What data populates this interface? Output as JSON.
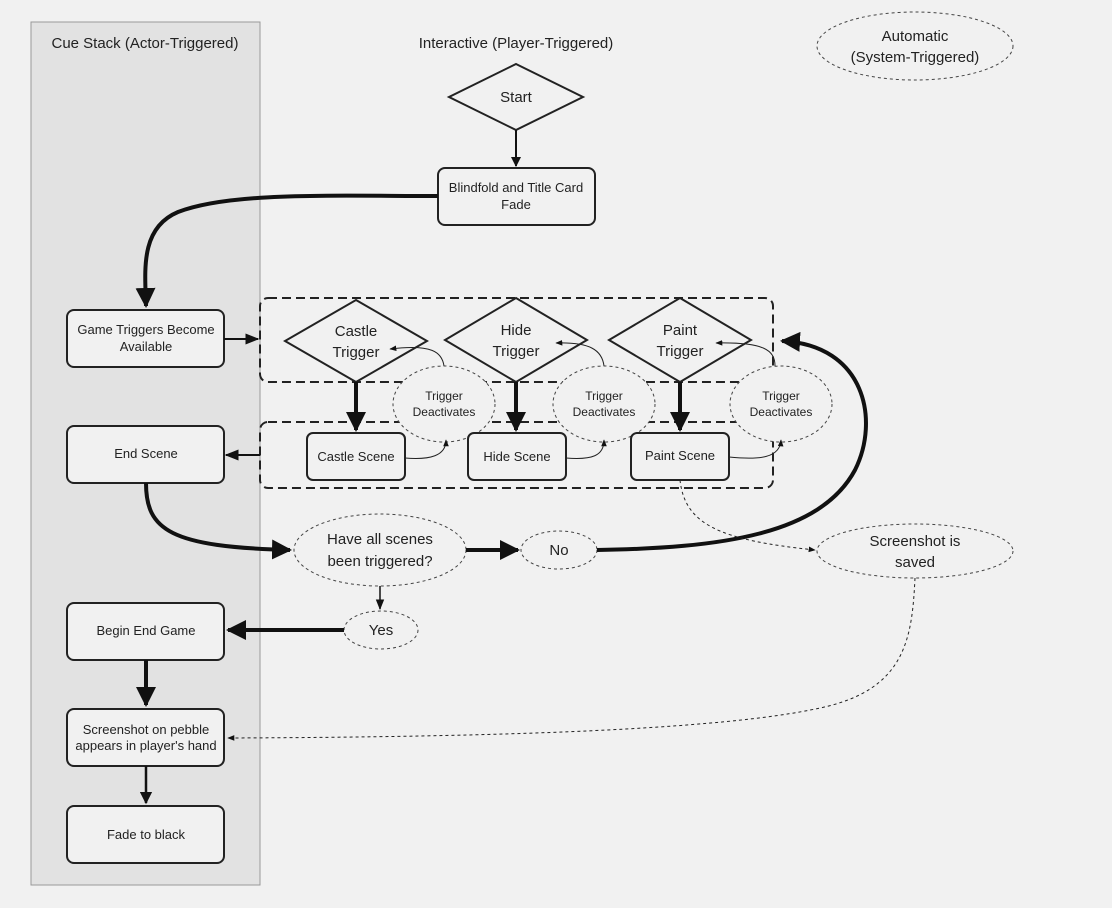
{
  "lanes": {
    "cue_stack": "Cue Stack (Actor-Triggered)",
    "interactive": "Interactive (Player-Triggered)",
    "automatic_line1": "Automatic",
    "automatic_line2": "(System-Triggered)"
  },
  "nodes": {
    "start": "Start",
    "blindfold_line1": "Blindfold and Title Card",
    "blindfold_line2": "Fade",
    "game_triggers_line1": "Game Triggers Become",
    "game_triggers_line2": "Available",
    "castle_trigger_line1": "Castle",
    "castle_trigger_line2": "Trigger",
    "hide_trigger_line1": "Hide",
    "hide_trigger_line2": "Trigger",
    "paint_trigger_line1": "Paint",
    "paint_trigger_line2": "Trigger",
    "trigger_deactivates_line1": "Trigger",
    "trigger_deactivates_line2": "Deactivates",
    "castle_scene": "Castle Scene",
    "hide_scene": "Hide Scene",
    "paint_scene": "Paint Scene",
    "end_scene": "End Scene",
    "all_scenes_line1": "Have all scenes",
    "all_scenes_line2": "been triggered?",
    "no": "No",
    "yes": "Yes",
    "screenshot_saved_line1": "Screenshot is",
    "screenshot_saved_line2": "saved",
    "begin_end_game": "Begin End Game",
    "screenshot_pebble_line1": "Screenshot on pebble",
    "screenshot_pebble_line2": "appears in player's hand",
    "fade_to_black": "Fade to black"
  },
  "colors": {
    "background": "#f1f1f1",
    "lane_fill": "#e2e2e2",
    "stroke": "#222222"
  }
}
